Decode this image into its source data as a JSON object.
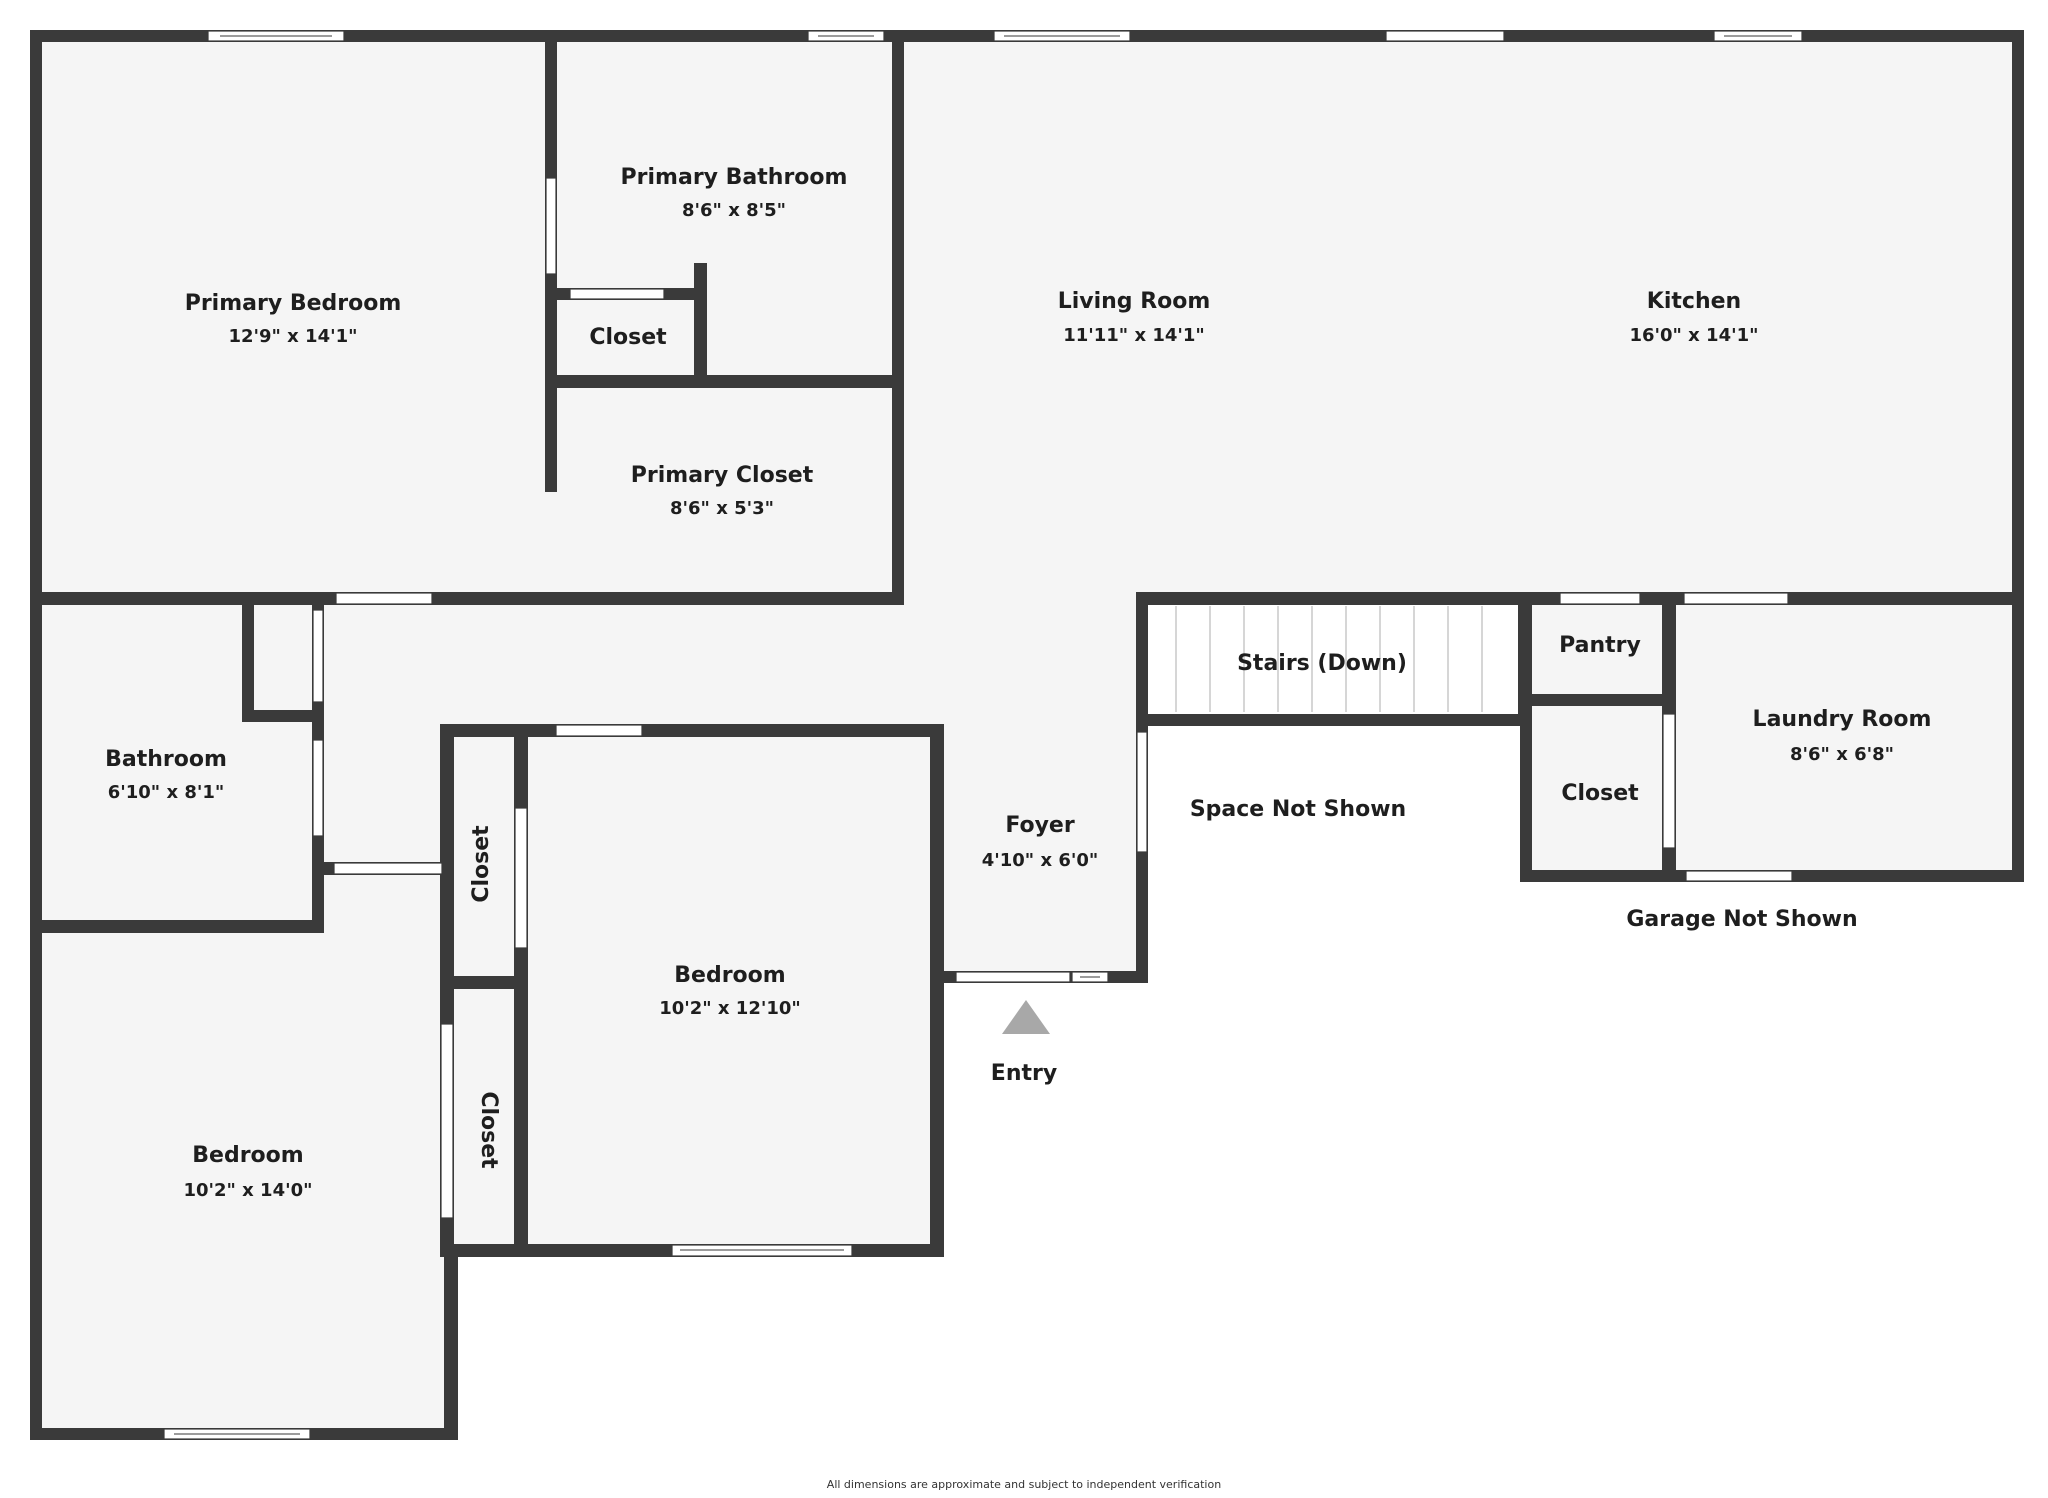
{
  "colors": {
    "wall": "#3a3a3a",
    "floor": "#f5f5f5",
    "opening": "#ffffff",
    "text": "#1e1e1e",
    "entry_marker": "#a8a8a8"
  },
  "rooms": {
    "primary_bedroom": {
      "name": "Primary Bedroom",
      "dims": "12'9\" x 14'1\""
    },
    "primary_bathroom": {
      "name": "Primary Bathroom",
      "dims": "8'6\" x 8'5\""
    },
    "primary_bath_closet": {
      "name": "Closet"
    },
    "primary_closet": {
      "name": "Primary Closet",
      "dims": "8'6\" x 5'3\""
    },
    "living_room": {
      "name": "Living Room",
      "dims": "11'11\" x 14'1\""
    },
    "kitchen": {
      "name": "Kitchen",
      "dims": "16'0\" x 14'1\""
    },
    "bathroom": {
      "name": "Bathroom",
      "dims": "6'10\" x 8'1\""
    },
    "closet_upper": {
      "name": "Closet"
    },
    "closet_lower": {
      "name": "Closet"
    },
    "bedroom_center": {
      "name": "Bedroom",
      "dims": "10'2\" x 12'10\""
    },
    "bedroom_left": {
      "name": "Bedroom",
      "dims": "10'2\" x 14'0\""
    },
    "foyer": {
      "name": "Foyer",
      "dims": "4'10\" x 6'0\""
    },
    "stairs": {
      "name": "Stairs (Down)"
    },
    "pantry": {
      "name": "Pantry"
    },
    "laundry_room": {
      "name": "Laundry Room",
      "dims": "8'6\" x 6'8\""
    },
    "laundry_closet": {
      "name": "Closet"
    }
  },
  "labels": {
    "space_not_shown": "Space Not Shown",
    "garage_not_shown": "Garage Not Shown",
    "entry": "Entry",
    "disclaimer": "All dimensions are approximate and subject to independent verification"
  }
}
